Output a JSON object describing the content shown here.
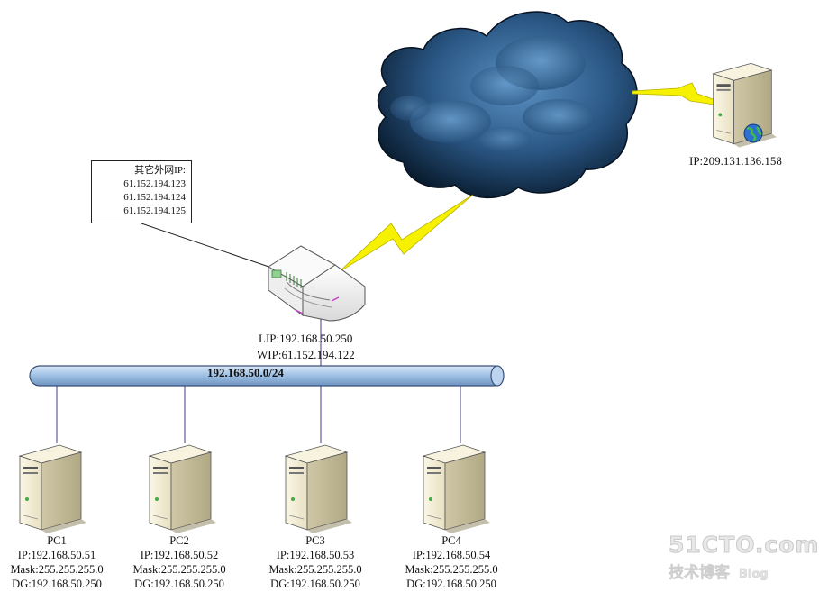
{
  "callout": {
    "title": "其它外网IP:",
    "ips": [
      "61.152.194.123",
      "61.152.194.124",
      "61.152.194.125"
    ]
  },
  "router": {
    "lip": "LIP:192.168.50.250",
    "wip": "WIP:61.152.194.122"
  },
  "subnet_label": "192.168.50.0/24",
  "server": {
    "ip": "IP:209.131.136.158"
  },
  "pcs": [
    {
      "name": "PC1",
      "ip": "IP:192.168.50.51",
      "mask": "Mask:255.255.255.0",
      "dg": "DG:192.168.50.250"
    },
    {
      "name": "PC2",
      "ip": "IP:192.168.50.52",
      "mask": "Mask:255.255.255.0",
      "dg": "DG:192.168.50.250"
    },
    {
      "name": "PC3",
      "ip": "IP:192.168.50.53",
      "mask": "Mask:255.255.255.0",
      "dg": "DG:192.168.50.250"
    },
    {
      "name": "PC4",
      "ip": "IP:192.168.50.54",
      "mask": "Mask:255.255.255.0",
      "dg": "DG:192.168.50.250"
    }
  ],
  "watermark": {
    "main": "51CTO.com",
    "sub": "技术博客",
    "tag": "Blog"
  },
  "colors": {
    "cloud_dark": "#0e2238",
    "cloud_light": "#4d86b8",
    "bus_fill": "#a9c7e8",
    "bus_stroke": "#3a4f78",
    "lightning": "#f6f100",
    "wire": "#3b3b8c"
  }
}
